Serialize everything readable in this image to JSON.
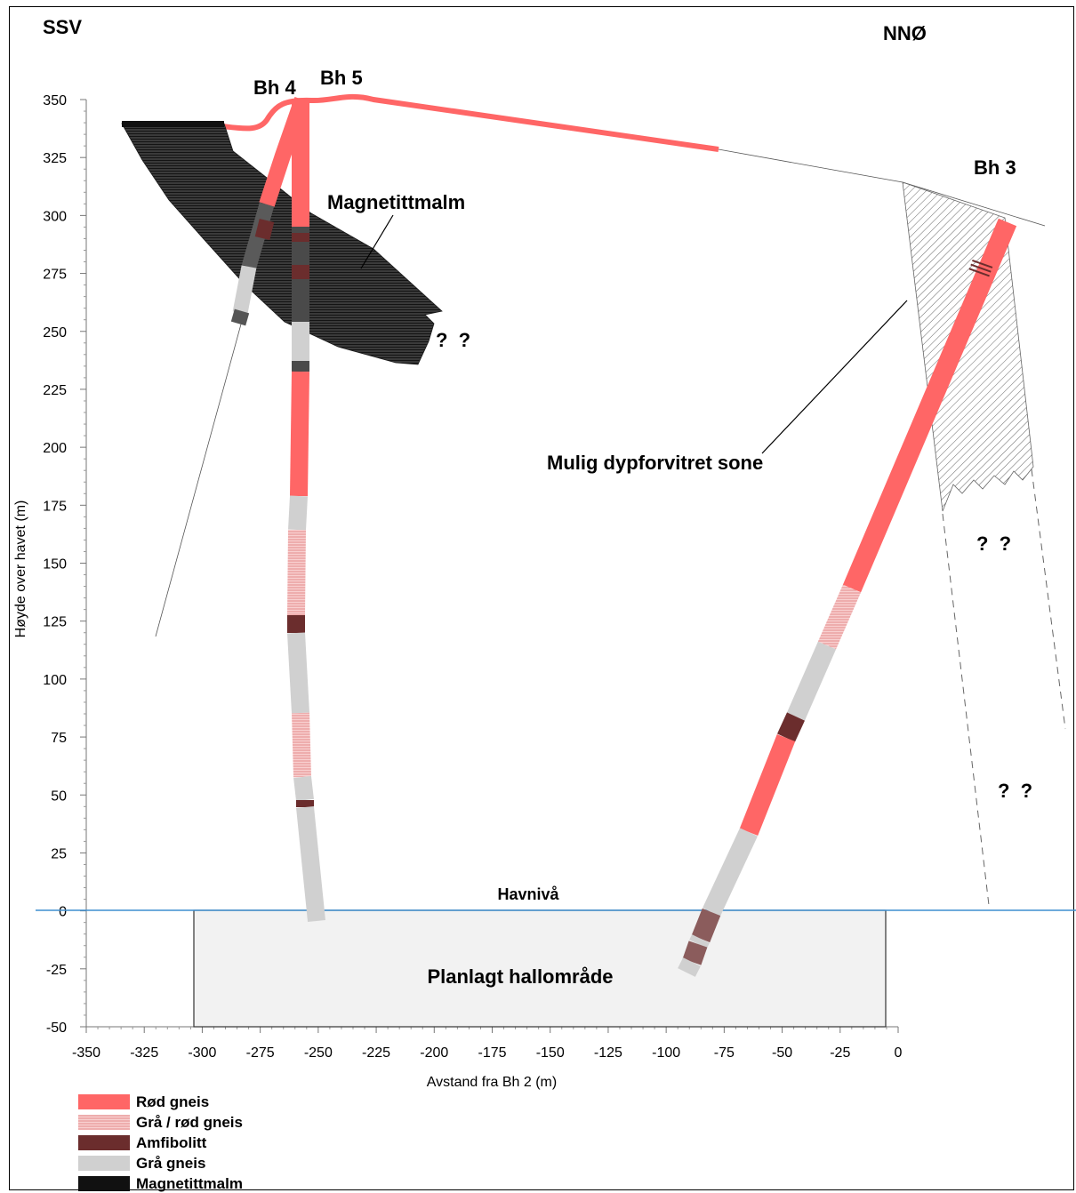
{
  "directions": {
    "left": "SSV",
    "right": "NNØ"
  },
  "axes": {
    "ylabel": "Høyde over havet (m)",
    "xlabel": "Avstand fra Bh 2 (m)",
    "x_ticks": [
      "-350",
      "-325",
      "-300",
      "-275",
      "-250",
      "-225",
      "-200",
      "-175",
      "-150",
      "-125",
      "-100",
      "-75",
      "-50",
      "-25",
      "0"
    ],
    "y_ticks": [
      "350",
      "325",
      "300",
      "275",
      "250",
      "225",
      "200",
      "175",
      "150",
      "125",
      "100",
      "75",
      "50",
      "25",
      "0",
      "-25",
      "-50"
    ],
    "xlim": [
      -350,
      0
    ],
    "ylim": [
      -50,
      350
    ]
  },
  "boreholes": {
    "bh4": "Bh 4",
    "bh5": "Bh 5",
    "bh3": "Bh 3"
  },
  "annotations": {
    "ore": "Magnetittmalm",
    "weathered_zone": "Mulig dypforvitret sone",
    "sea_level": "Havnivå",
    "hall": "Planlagt hallområde",
    "unknown_1": "?  ?",
    "unknown_2": "?  ?",
    "unknown_3": "?  ?"
  },
  "legend": [
    {
      "label": "Rød gneis",
      "color": "#ff6666",
      "pattern": "solid"
    },
    {
      "label": "Grå / rød gneis",
      "color": "#f4a9a9",
      "pattern": "striped"
    },
    {
      "label": "Amfibolitt",
      "color": "#6b2d2d",
      "pattern": "solid"
    },
    {
      "label": "Grå gneis",
      "color": "#d0d0d0",
      "pattern": "solid"
    },
    {
      "label": "Magnetittmalm",
      "color": "#111111",
      "pattern": "solid"
    }
  ],
  "colors": {
    "red_gneiss": "#ff6666",
    "grey_red_gneiss": "#f4a9a9",
    "amphibolite": "#6b2d2d",
    "grey_gneiss": "#d0d0d0",
    "ore": "#2b2b2b",
    "sea_level": "#3f8fd0"
  }
}
